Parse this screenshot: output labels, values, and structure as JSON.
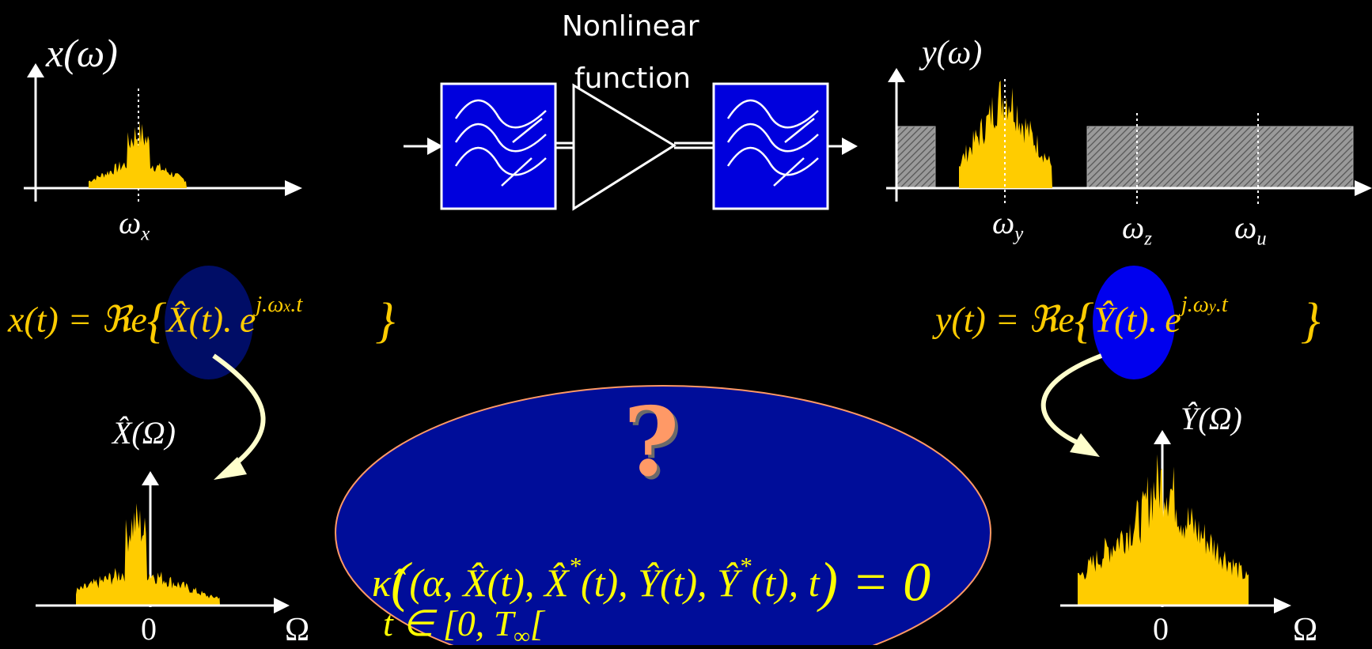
{
  "title_lines": [
    "Nonlinear",
    "function"
  ],
  "top_left": {
    "axis_label": "x(ω)",
    "freq_label": "ω",
    "freq_sub": "x"
  },
  "top_right": {
    "axis_label": "y(ω)",
    "freq_labels": [
      {
        "main": "ω",
        "sub": "y"
      },
      {
        "main": "ω",
        "sub": "z"
      },
      {
        "main": "ω",
        "sub": "u"
      }
    ]
  },
  "eq_x": {
    "lhs": "x(t) = ℜe",
    "hat": "X̂(t)",
    "mid": ".",
    "exp": "e",
    "exp_sup_a": "j.ω",
    "exp_sub": "x",
    "exp_sup_b": ".t"
  },
  "eq_y": {
    "lhs": "y(t) = ℜe",
    "hat": "Ŷ(t)",
    "mid": ".",
    "exp": "e",
    "exp_sup_a": "j.ω",
    "exp_sub": "y",
    "exp_sup_b": ".t"
  },
  "bottom_left": {
    "axis_label": "X̂(Ω)",
    "zero": "0",
    "axis_end": "Ω"
  },
  "bottom_right": {
    "axis_label": "Ŷ(Ω)",
    "zero": "0",
    "axis_end": "Ω"
  },
  "question": "?",
  "equation": {
    "line1_a": "κ̂",
    "line1_b": "(α, X̂(t), X̂",
    "star": "*",
    "line1_c": "(t), Ŷ(t), Ŷ",
    "line1_d": "(t), t",
    "line1_e": ") = 0",
    "line2": "t ∈ [0, T",
    "line2_sub": "∞",
    "line2_end": "["
  },
  "colors": {
    "background": "#000000",
    "spectrum": "#ffcc00",
    "filter_box": "#0000dd",
    "ellipse": "#000d99",
    "question": "#ff9966",
    "equation_text": "#ffff00"
  }
}
